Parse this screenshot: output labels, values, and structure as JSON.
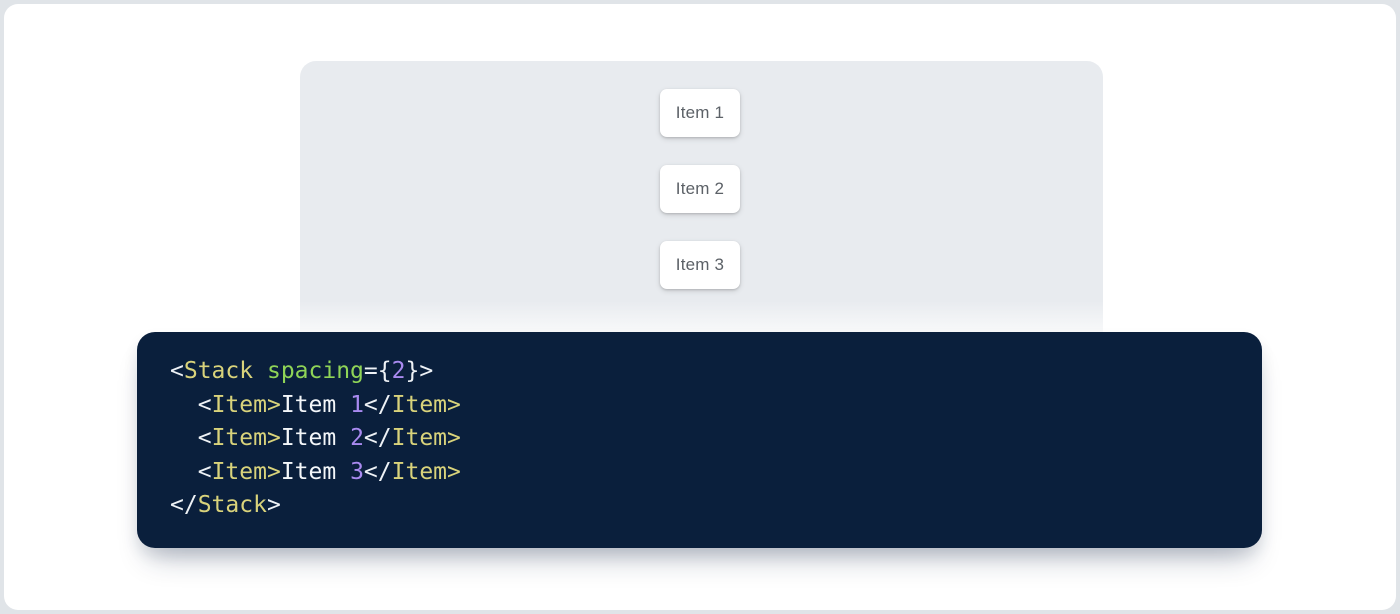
{
  "window": {
    "outer_background": "#e0e4e8",
    "surface_background": "#ffffff"
  },
  "demo": {
    "panel_color": "#e8ebef",
    "item_text_color": "#5c6167",
    "items": [
      {
        "label": "Item 1"
      },
      {
        "label": "Item 2"
      },
      {
        "label": "Item 3"
      }
    ]
  },
  "code": {
    "background": "#0a1f3c",
    "source": "<Stack spacing={2}>\n  <Item>Item 1</Item>\n  <Item>Item 2</Item>\n  <Item>Item 3</Item>\n</Stack>",
    "token_colors": {
      "punctuation": "#eef2f6",
      "tag": "#d9d37b",
      "attr_name": "#8fd457",
      "number": "#a98af0",
      "text": "#f4f7fa"
    },
    "lines": [
      [
        {
          "t": "<",
          "c": "punctuation"
        },
        {
          "t": "Stack",
          "c": "tag"
        },
        {
          "t": " ",
          "c": "text"
        },
        {
          "t": "spacing",
          "c": "attr_name"
        },
        {
          "t": "={",
          "c": "punctuation"
        },
        {
          "t": "2",
          "c": "number"
        },
        {
          "t": "}>",
          "c": "punctuation"
        }
      ],
      [
        {
          "t": "  ",
          "c": "text"
        },
        {
          "t": "<",
          "c": "punctuation"
        },
        {
          "t": "Item",
          "c": "tag"
        },
        {
          "t": ">",
          "c": "tag"
        },
        {
          "t": "Item ",
          "c": "text"
        },
        {
          "t": "1",
          "c": "number"
        },
        {
          "t": "</",
          "c": "punctuation"
        },
        {
          "t": "Item",
          "c": "tag"
        },
        {
          "t": ">",
          "c": "tag"
        }
      ],
      [
        {
          "t": "  ",
          "c": "text"
        },
        {
          "t": "<",
          "c": "punctuation"
        },
        {
          "t": "Item",
          "c": "tag"
        },
        {
          "t": ">",
          "c": "tag"
        },
        {
          "t": "Item ",
          "c": "text"
        },
        {
          "t": "2",
          "c": "number"
        },
        {
          "t": "</",
          "c": "punctuation"
        },
        {
          "t": "Item",
          "c": "tag"
        },
        {
          "t": ">",
          "c": "tag"
        }
      ],
      [
        {
          "t": "  ",
          "c": "text"
        },
        {
          "t": "<",
          "c": "punctuation"
        },
        {
          "t": "Item",
          "c": "tag"
        },
        {
          "t": ">",
          "c": "tag"
        },
        {
          "t": "Item ",
          "c": "text"
        },
        {
          "t": "3",
          "c": "number"
        },
        {
          "t": "</",
          "c": "punctuation"
        },
        {
          "t": "Item",
          "c": "tag"
        },
        {
          "t": ">",
          "c": "tag"
        }
      ],
      [
        {
          "t": "</",
          "c": "punctuation"
        },
        {
          "t": "Stack",
          "c": "tag"
        },
        {
          "t": ">",
          "c": "punctuation"
        }
      ]
    ]
  }
}
